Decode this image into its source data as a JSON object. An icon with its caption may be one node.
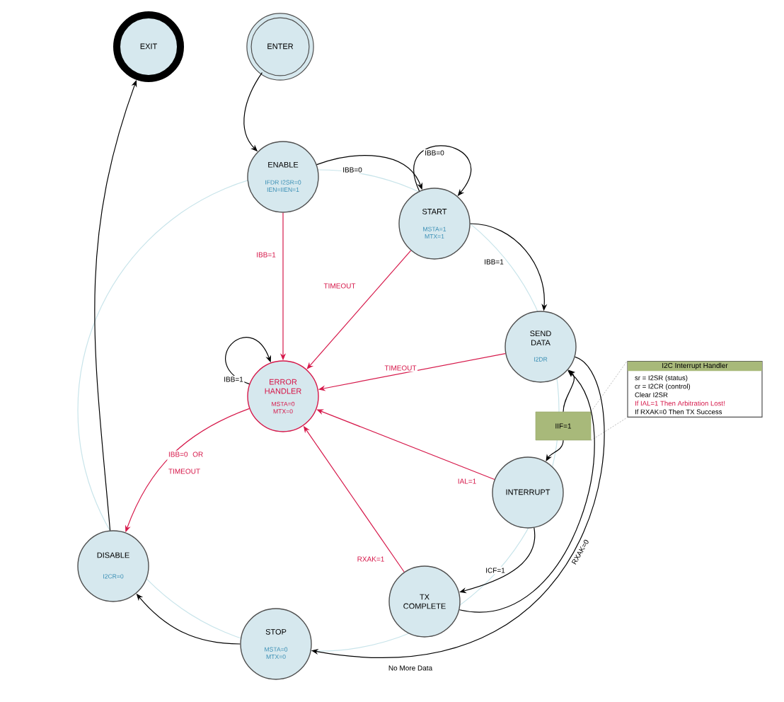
{
  "diagram": {
    "nodes": [
      {
        "text": [
          "EXIT"
        ]
      },
      {
        "text": [
          "ENTER"
        ]
      },
      {
        "text": [
          "ENABLE",
          "IFDR I2SR=0 IEN=IIEN=1"
        ]
      },
      {
        "text": [
          "START",
          "MSTA=1 MTX=1"
        ]
      },
      {
        "text": [
          "SEND DATA",
          "I2DR"
        ]
      },
      {
        "text": [
          "I2C Interrupt Handler",
          "sr = I2SR (status)",
          "cr = I2CR (control)",
          "Clear I2SR",
          "If IAL=1 Then Arbitration Lost!",
          "If RXAK=0 Then TX Success"
        ]
      },
      {
        "text": [
          "IIF=1"
        ]
      },
      {
        "text": [
          "ERROR HANDLER",
          "MSTA=0 MTX=0"
        ]
      },
      {
        "text": [
          "INTERRUPT"
        ]
      },
      {
        "text": [
          "TX COMPLETE"
        ]
      },
      {
        "text": [
          "STOP",
          "MSTA=0 MTX=0"
        ]
      },
      {
        "text": [
          "DISABLE",
          "I2CR=0"
        ]
      }
    ],
    "edges": [
      {
        "from": 1,
        "to": 2,
        "arrow": "to"
      },
      {
        "from": 2,
        "to": 3,
        "arrow": "to",
        "label": "IBB=0"
      },
      {
        "from": 3,
        "to": 3,
        "arrow": "to",
        "label": "IBB=0"
      },
      {
        "from": 2,
        "to": 7,
        "arrow": "to",
        "label": "IBB=1",
        "color": "#d6184a"
      },
      {
        "from": 3,
        "to": 7,
        "arrow": "to",
        "label": "TIMEOUT",
        "color": "#d6184a"
      },
      {
        "from": 3,
        "to": 4,
        "arrow": "to",
        "label": "IBB=1"
      },
      {
        "from": 4,
        "to": 7,
        "arrow": "to",
        "label": "TIMEOUT",
        "color": "#d6184a"
      },
      {
        "from": 6,
        "to": 4,
        "arrow": "to"
      },
      {
        "from": 6,
        "to": 8,
        "arrow": "to"
      },
      {
        "from": 6,
        "to": 5,
        "arrow": "none",
        "style": "dashed",
        "color": "#aaaaaa"
      },
      {
        "from": 6,
        "to": 5,
        "arrow": "none",
        "style": "dashed",
        "color": "#aaaaaa"
      },
      {
        "from": 8,
        "to": 7,
        "arrow": "to",
        "label": "IAL=1",
        "color": "#d6184a"
      },
      {
        "from": 8,
        "to": 9,
        "arrow": "to",
        "label": "ICF=1"
      },
      {
        "from": 9,
        "to": 7,
        "arrow": "to",
        "label": "RXAK=1",
        "color": "#d6184a"
      },
      {
        "from": 9,
        "to": 4,
        "arrow": "to",
        "label": "RXAK=0"
      },
      {
        "from": 4,
        "to": 10,
        "arrow": "to",
        "label": "No More Data"
      },
      {
        "from": 7,
        "to": 7,
        "arrow": "to",
        "label": "IBB=1"
      },
      {
        "from": 7,
        "to": 11,
        "arrow": "to",
        "label": "IBB=0 OR TIMEOUT",
        "color": "#d6184a"
      },
      {
        "from": 10,
        "to": 11,
        "arrow": "to"
      },
      {
        "from": 11,
        "to": 0,
        "arrow": "to"
      }
    ]
  }
}
